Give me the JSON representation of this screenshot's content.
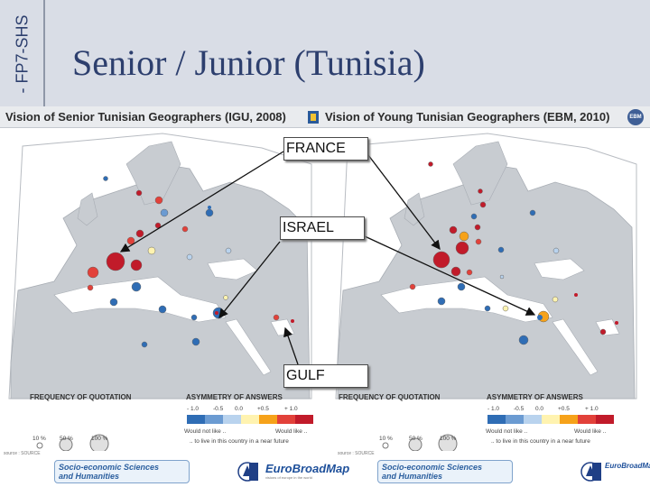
{
  "header": {
    "side_tab": "- FP7-SHS",
    "title": "Senior / Junior (Tunisia)"
  },
  "maps_strip": {
    "left_title": "Vision of Senior Tunisian Geographers (IGU, 2008)",
    "right_title": "Vision of Young Tunisian Geographers (EBM, 2010)",
    "logo_text": "EBM"
  },
  "callouts": {
    "france": "FRANCE",
    "israel": "ISRAEL",
    "gulf": "GULF"
  },
  "legend": {
    "frequency_title": "FREQUENCY OF QUOTATION",
    "frequency_labels": [
      "10 %",
      "50 %",
      "100 %"
    ],
    "asymmetry_title": "ASYMMETRY OF ANSWERS",
    "asymmetry_ticks": [
      "- 1.0",
      "-0.5",
      "0.0",
      "+0.5",
      "+ 1.0"
    ],
    "would_not_like": "Would not like ..",
    "would_like": "Would like ..",
    "future": ".. to live in this country in a near future",
    "scale_colors": [
      "#2f6db5",
      "#6b9bd2",
      "#b9d3ee",
      "#fff3b0",
      "#f6a21a",
      "#e2413a",
      "#c11b2a"
    ]
  },
  "source_label": "source : SOURCE",
  "footer": {
    "ssh_line1": "Socio-economic Sciences",
    "ssh_line2": "and Humanities",
    "ebm_name": "EuroBroadMap",
    "ebm_sub": "visions of europe in the world"
  },
  "colors": {
    "accent": "#2d3f6e",
    "header_bg": "#d9dde6",
    "sea": "#ffffff",
    "land": "#c8ccd1"
  }
}
